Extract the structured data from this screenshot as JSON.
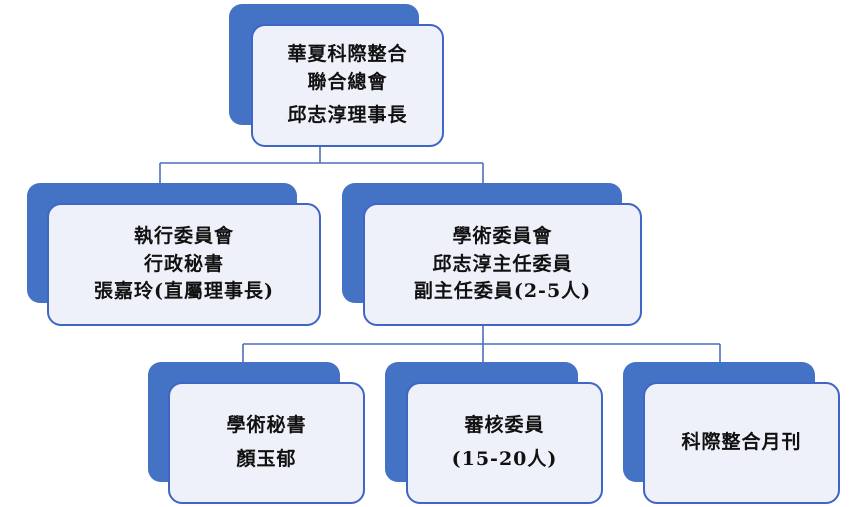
{
  "colors": {
    "back_panel": "#4472c4",
    "front_fill": "#eef1f9",
    "front_border": "#3f66c4",
    "connector": "#4a6fbf",
    "text": "#111111"
  },
  "root": {
    "lines": [
      "華夏科際整合",
      "聯合總會",
      "邱志淳理事長"
    ]
  },
  "executive": {
    "lines": [
      "執行委員會",
      "行政秘書",
      "張嘉玲(直屬理事長)"
    ]
  },
  "academic": {
    "lines": [
      "學術委員會",
      "邱志淳主任委員",
      "副主任委員(2-5人)"
    ]
  },
  "secretary": {
    "lines": [
      "學術秘書",
      "顏玉郁"
    ]
  },
  "reviewers": {
    "lines": [
      "審核委員",
      "(15-20人)"
    ]
  },
  "journal": {
    "lines": [
      "科際整合月刊"
    ]
  }
}
